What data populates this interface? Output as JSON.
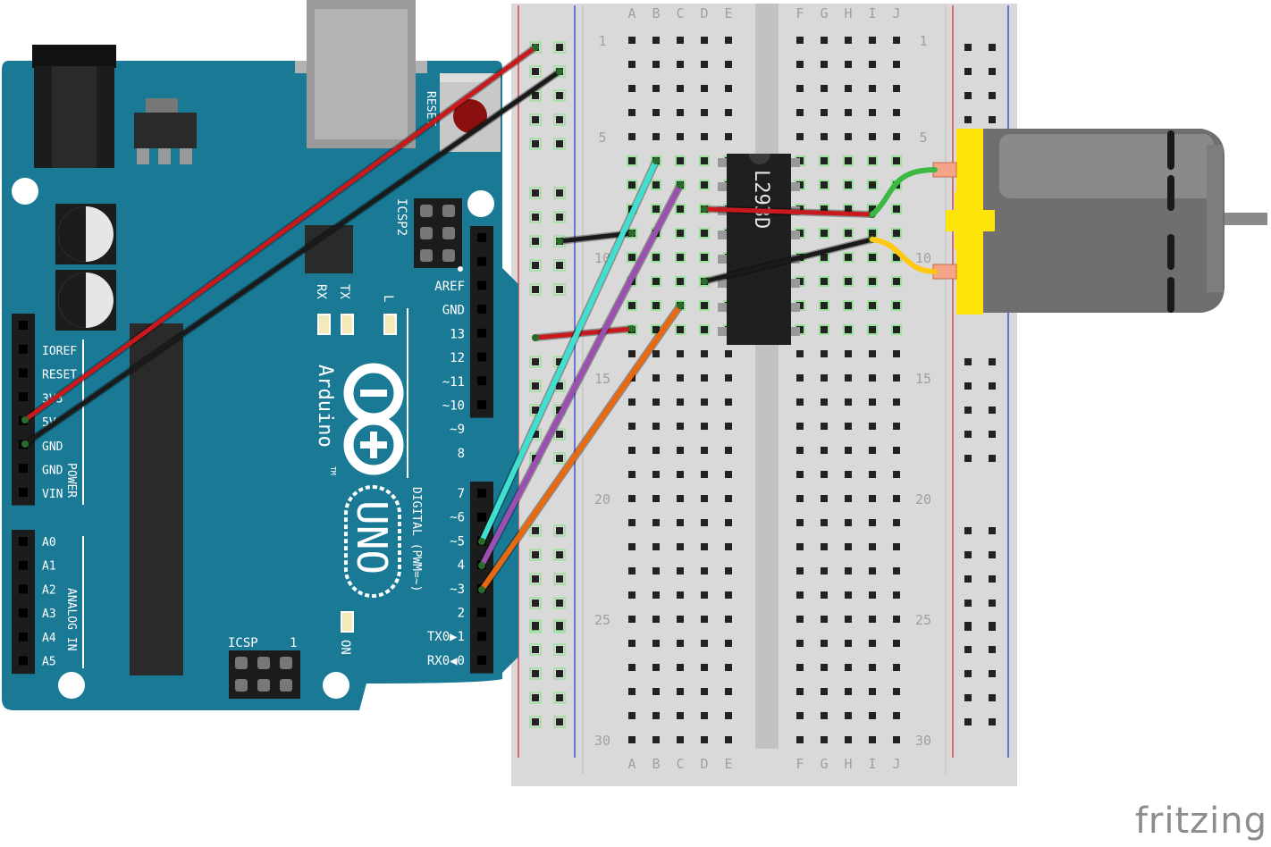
{
  "arduino": {
    "reset_label": "RESET",
    "icsp2_label": "ICSP2",
    "icsp_label": "ICSP",
    "icsp_pin1": "1",
    "rx_label": "RX",
    "tx_label": "TX",
    "l_label": "L",
    "on_label": "ON",
    "brand": "Arduino",
    "tm": "TM",
    "model": "UNO",
    "digital_label": "DIGITAL (PWM=~)",
    "power_label": "POWER",
    "analog_label": "ANALOG IN",
    "power_pins": [
      "IOREF",
      "RESET",
      "3V3",
      "5V",
      "GND",
      "GND",
      "VIN"
    ],
    "analog_pins": [
      "A0",
      "A1",
      "A2",
      "A3",
      "A4",
      "A5"
    ],
    "digital_pins_top": [
      "AREF",
      "GND",
      "13",
      "12",
      "~11",
      "~10",
      "~9",
      "8"
    ],
    "digital_pins_bottom": [
      "7",
      "~6",
      "~5",
      "4",
      "~3",
      "2",
      "TX0▶1",
      "RX0◀0"
    ],
    "board_color": "#1a7a96"
  },
  "breadboard": {
    "columns_left": [
      "A",
      "B",
      "C",
      "D",
      "E"
    ],
    "columns_right": [
      "F",
      "G",
      "H",
      "I",
      "J"
    ],
    "row_numbers": [
      "1",
      "5",
      "10",
      "15",
      "20",
      "25",
      "30"
    ]
  },
  "chip": {
    "label": "L293D"
  },
  "wires": [
    {
      "name": "5v-power-wire",
      "color": "#c8191c"
    },
    {
      "name": "gnd-wire",
      "color": "#1a1a1a"
    },
    {
      "name": "pin5-wire",
      "color": "#3fe0d0"
    },
    {
      "name": "pin4-wire",
      "color": "#9b4fb0"
    },
    {
      "name": "pin3-wire",
      "color": "#e8690f"
    },
    {
      "name": "motor-lead-green",
      "color": "#3db843"
    },
    {
      "name": "motor-lead-yellow",
      "color": "#ffc813"
    }
  ],
  "footer": {
    "logo": "fritzing"
  }
}
